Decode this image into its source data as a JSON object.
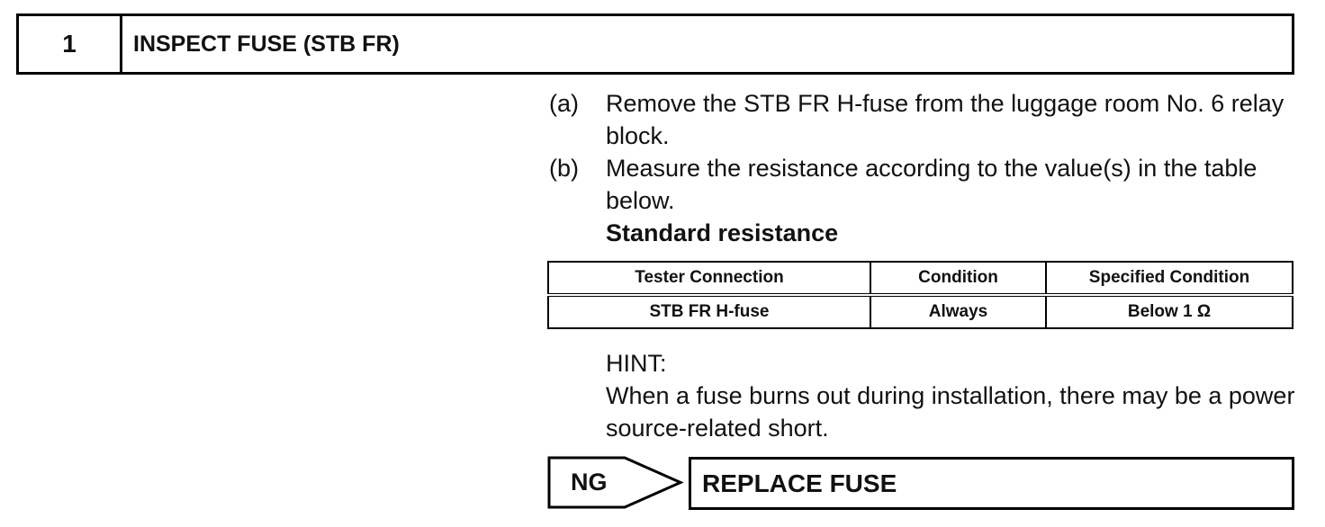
{
  "step": {
    "number": "1",
    "title": "INSPECT FUSE (STB FR)"
  },
  "instructions": [
    {
      "letter": "(a)",
      "text": "Remove the STB FR H-fuse from the luggage room No. 6 relay block."
    },
    {
      "letter": "(b)",
      "text": "Measure the resistance according to the value(s) in the table below."
    }
  ],
  "standard_label": "Standard resistance",
  "table": {
    "headers": [
      "Tester Connection",
      "Condition",
      "Specified Condition"
    ],
    "rows": [
      [
        "STB FR H-fuse",
        "Always",
        "Below 1 Ω"
      ]
    ]
  },
  "hint": {
    "label": "HINT:",
    "text": "When a fuse burns out during installation, there may be a power source-related short."
  },
  "result": {
    "tag": "NG",
    "action": "REPLACE FUSE"
  }
}
